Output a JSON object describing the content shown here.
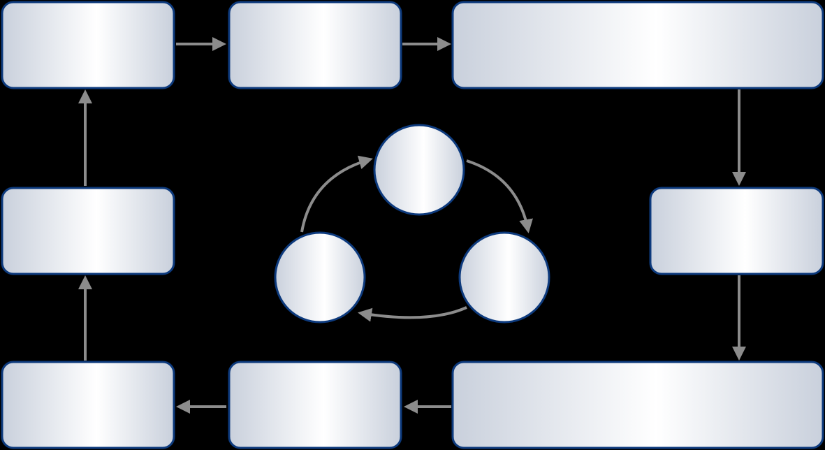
{
  "diagram": {
    "colors": {
      "background": "#000000",
      "node_border": "#0d3a7d",
      "node_fill_edge": "#c9d0dc",
      "node_fill_center": "#ffffff",
      "arrow": "#8c8c8c"
    },
    "outer_cycle": {
      "nodes": [
        {
          "id": "top-left",
          "shape": "rounded-rect",
          "label": ""
        },
        {
          "id": "top-middle",
          "shape": "rounded-rect",
          "label": ""
        },
        {
          "id": "top-right",
          "shape": "rounded-rect",
          "label": ""
        },
        {
          "id": "right-middle",
          "shape": "rounded-rect",
          "label": ""
        },
        {
          "id": "bottom-right",
          "shape": "rounded-rect",
          "label": ""
        },
        {
          "id": "bottom-middle",
          "shape": "rounded-rect",
          "label": ""
        },
        {
          "id": "bottom-left",
          "shape": "rounded-rect",
          "label": ""
        },
        {
          "id": "left-middle",
          "shape": "rounded-rect",
          "label": ""
        }
      ],
      "edges": [
        {
          "from": "top-left",
          "to": "top-middle"
        },
        {
          "from": "top-middle",
          "to": "top-right"
        },
        {
          "from": "top-right",
          "to": "right-middle"
        },
        {
          "from": "right-middle",
          "to": "bottom-right"
        },
        {
          "from": "bottom-right",
          "to": "bottom-middle"
        },
        {
          "from": "bottom-middle",
          "to": "bottom-left"
        },
        {
          "from": "bottom-left",
          "to": "left-middle"
        },
        {
          "from": "left-middle",
          "to": "top-left"
        }
      ]
    },
    "inner_cycle": {
      "nodes": [
        {
          "id": "circle-top",
          "shape": "circle",
          "label": ""
        },
        {
          "id": "circle-right",
          "shape": "circle",
          "label": ""
        },
        {
          "id": "circle-left",
          "shape": "circle",
          "label": ""
        }
      ],
      "edges": [
        {
          "from": "circle-top",
          "to": "circle-right"
        },
        {
          "from": "circle-right",
          "to": "circle-left"
        },
        {
          "from": "circle-left",
          "to": "circle-top"
        }
      ]
    }
  }
}
